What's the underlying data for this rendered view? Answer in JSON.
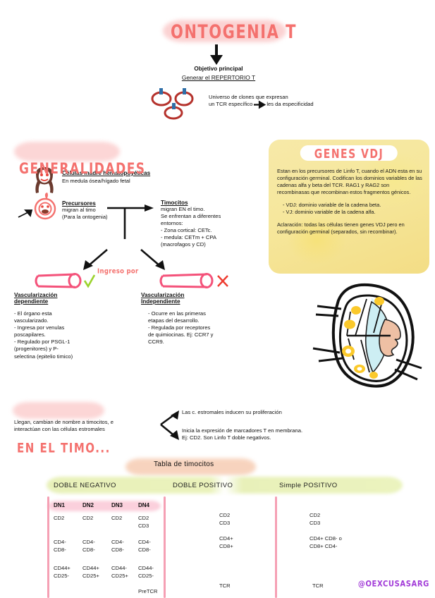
{
  "page": {
    "watermark": "@OEXCUSASARG"
  },
  "header": {
    "title": "ONTOGENIA T",
    "objective_label": "Objetivo principal",
    "objective_value": "Generar el REPERTORIO T",
    "clone_note_line1": "Universo de clones que expresan",
    "clone_note_line2": "un TCR específico",
    "clone_note_line3": "les da especificidad",
    "arrow_icon": "down-arrow-icon"
  },
  "generalidades": {
    "title": "GENERALIDADES",
    "stem": {
      "heading": "Células madre hematopoyéticas",
      "text": "En medula ósea/hígado fetal"
    },
    "precursores": {
      "heading": "Precursores",
      "line1": "migran al timo",
      "line2": "(Para la ontogenia)"
    },
    "ingreso_label": "Ingreso por",
    "timocitos": {
      "heading": "Timocitos",
      "lines": [
        "migran EN el timo.",
        "Se enfrentan a diferentes",
        "entornos:",
        "- Zona cortical: CETc.",
        "- medula: CETm + CPA",
        "(macrofagos y CD)"
      ]
    },
    "vasc_dependiente": {
      "heading_line1": "Vascularización",
      "heading_line2": "dependiente",
      "lines": [
        "- El órgano esta",
        "vascularizado.",
        "- Ingresa por venulas",
        "poscapilares.",
        "- Regulado por PSGL-1",
        "(progenitores) y P-",
        "selectina (epitelio timico)"
      ]
    },
    "vasc_independiente": {
      "heading_line1": "Vascularización",
      "heading_line2": "Independiente",
      "lines": [
        "- Ocurre en las primeras",
        "etapas del desarrollo.",
        "- Regulada por receptores",
        "de quimiocinas. Ej: CCR7 y",
        "CCR9."
      ]
    },
    "check_mark": "check-icon",
    "cross_mark": "cross-icon"
  },
  "vdj": {
    "title": "GENES  VDJ",
    "paragraph1": "Estan en los precursores de Linfo T, cuando el ADN esta en su configuración germinal. Codifican los dominios variables de las cadenas alfa y beta del TCR. RAG1 y RAG2 son recombinasas que recombinan estos fragmentos génicos.",
    "bullet1": "- VDJ: dominio variable de la cadena beta.",
    "bullet2": "- VJ: dominio variable de la cadena alfa.",
    "paragraph2": "Aclaración: todas las células tienen genes VDJ pero en configuración germinal (separados, sin recombinar)."
  },
  "timo": {
    "title": "EN EL TIMO...",
    "intro_line1": "Llegan, cambian de nombre a timocitos, e",
    "intro_line2": "interactúan con las células estromales",
    "branch1": "Las c. estromales inducen su proliferación",
    "branch2_line1": "Inicia la expresión de marcadores T en membrana.",
    "branch2_line2": "Ej: CD2. Son Linfo T doble negativos."
  },
  "table": {
    "caption": "Tabla de timocitos",
    "columns": [
      {
        "label": "DOBLE NEGATIVO"
      },
      {
        "label": "DOBLE POSITIVO"
      },
      {
        "label": "Simple POSITIVO"
      }
    ],
    "dn_subheaders": [
      "DN1",
      "DN2",
      "DN3",
      "DN4"
    ],
    "dn_rows": [
      [
        "CD2",
        "CD2",
        "CD2",
        "CD2\nCD3"
      ],
      [
        "CD4-\nCD8-",
        "CD4-\nCD8-",
        "CD4-\nCD8-",
        "CD4-\nCD8-"
      ],
      [
        "CD44+\nCD25-",
        "CD44+\nCD25+",
        "CD44-\nCD25+",
        "CD44-\nCD25-"
      ],
      [
        "",
        "",
        "",
        "PreTCR"
      ]
    ],
    "doble_positivo": {
      "markers": "CD2\nCD3",
      "coreceptors": "CD4+\nCD8+",
      "tcr": "TCR"
    },
    "simple_positivo": {
      "markers": "CD2\nCD3",
      "coreceptors": "CD4+ CD8- o\nCD8+ CD4-",
      "tcr": "TCR"
    }
  },
  "colors": {
    "accent_pink": "#f4716e",
    "highlight_pink": "#fbd2d2",
    "highlight_green": "#e4eeb4",
    "vdj_yellow": "#f6e79c",
    "watermark_purple": "#a23cd8"
  }
}
